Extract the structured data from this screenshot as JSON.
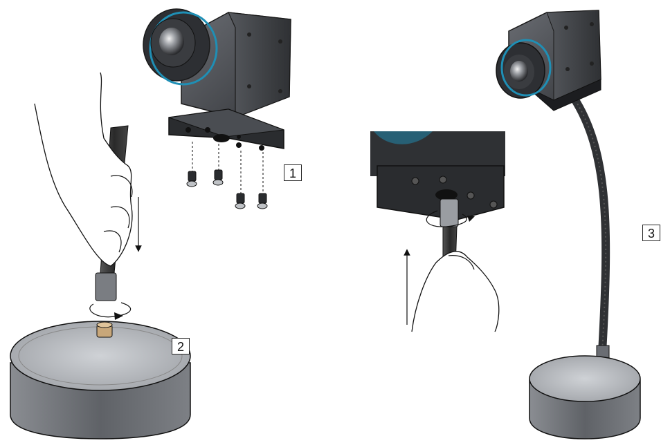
{
  "steps": [
    {
      "number": "1"
    },
    {
      "number": "2"
    },
    {
      "number": "3"
    }
  ],
  "colors": {
    "camera_body": "#4a4d52",
    "camera_dark": "#2b2d31",
    "lens_ring": "#1f8fb5",
    "base_top": "#bfc2c6",
    "base_side": "#6e7176",
    "gooseneck": "#3a3c40",
    "outline": "#1a1a1a"
  }
}
